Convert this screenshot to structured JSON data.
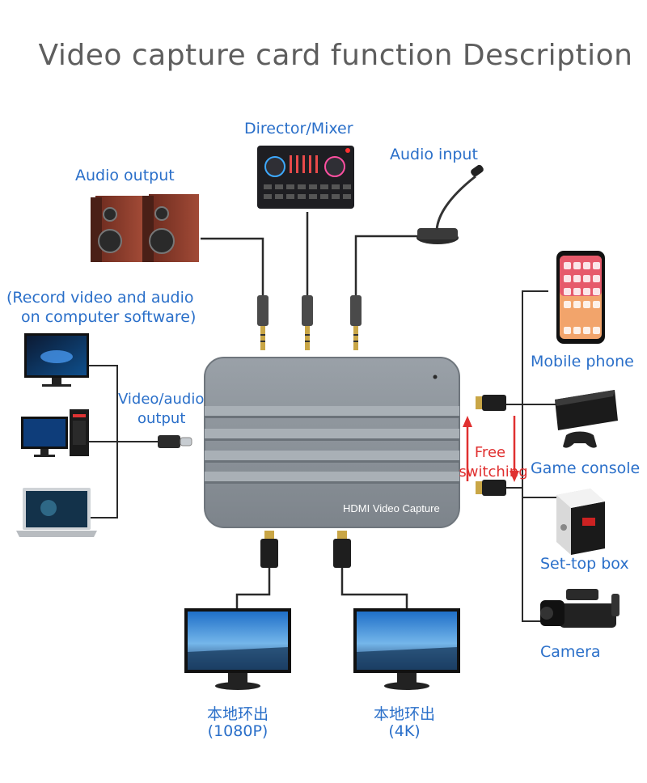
{
  "title": "Video capture card function Description",
  "labels": {
    "director_mixer": "Director/Mixer",
    "audio_input": "Audio input",
    "audio_output": "Audio output",
    "record_line1": "(Record video and audio",
    "record_line2": "on computer software)",
    "video_audio_line1": "Video/audio",
    "video_audio_line2": "output",
    "mobile_phone": "Mobile phone",
    "game_console": "Game console",
    "set_top_box": "Set-top box",
    "camera": "Camera",
    "free": "Free",
    "switching": "switching",
    "monitor1_line1": "本地环出",
    "monitor1_line2": "(1080P)",
    "monitor2_line1": "本地环出",
    "monitor2_line2": "(4K)"
  },
  "device": {
    "label": "HDMI Video Capture"
  },
  "colors": {
    "title": "#5e5e5e",
    "label": "#2a6fc9",
    "accent_red": "#e03030",
    "device": "#8d949c"
  },
  "icons": [
    "speakers-icon",
    "mixer-icon",
    "microphone-icon",
    "monitor-icon",
    "desktop-pc-icon",
    "laptop-icon",
    "smartphone-icon",
    "game-console-icon",
    "set-top-box-icon",
    "video-camera-icon",
    "hdmi-plug-icon",
    "audio-jack-icon",
    "usb-c-plug-icon"
  ]
}
